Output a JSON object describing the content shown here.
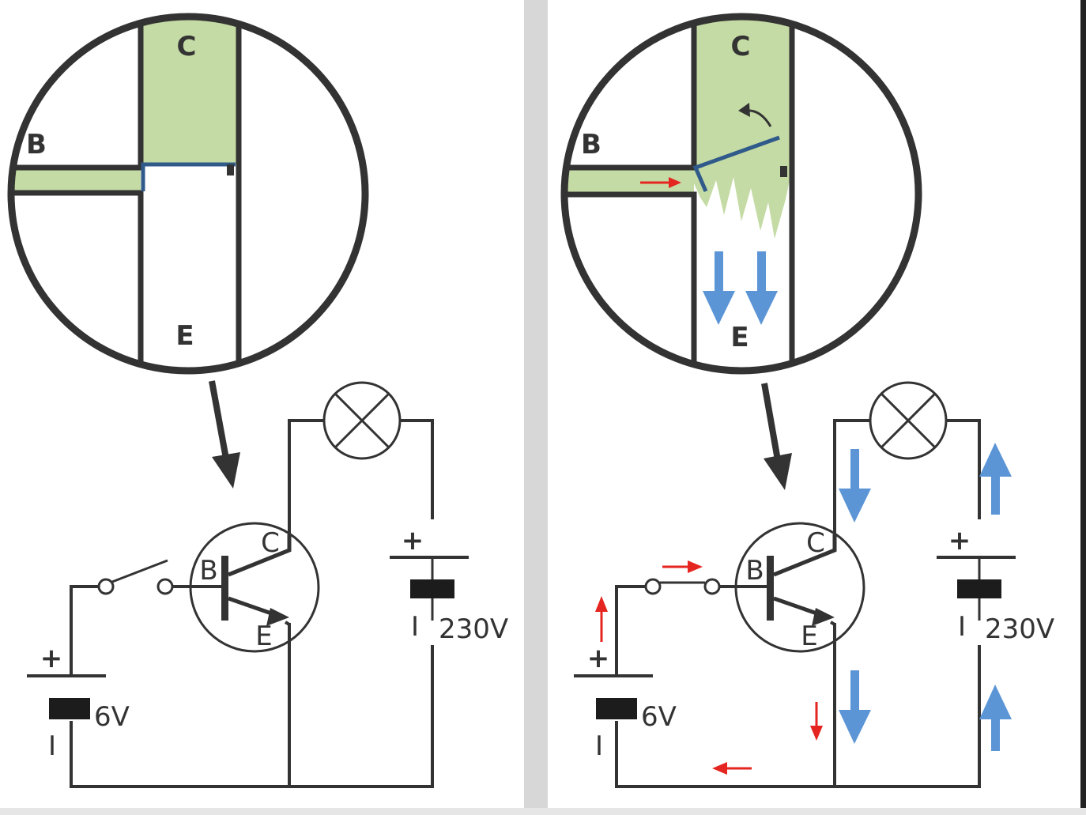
{
  "colors": {
    "wire": "#333333",
    "base_fill": "#c5dba5",
    "gate_line": "#2f5a8a",
    "current_red": "#e52520",
    "current_blue": "#5b95d6",
    "divider": "#d7d7d7"
  },
  "panels": {
    "left": {
      "zoom": {
        "collector_label": "C",
        "base_label": "B",
        "emitter_label": "E"
      },
      "transistor": {
        "collector_label": "C",
        "base_label": "B",
        "emitter_label": "E"
      },
      "battery_small": {
        "plus": "+",
        "minus": "I",
        "voltage": "6V"
      },
      "battery_large": {
        "plus": "+",
        "minus": "I",
        "voltage": "230V"
      },
      "switch_state": "open"
    },
    "right": {
      "zoom": {
        "collector_label": "C",
        "base_label": "B",
        "emitter_label": "E"
      },
      "transistor": {
        "collector_label": "C",
        "base_label": "B",
        "emitter_label": "E"
      },
      "battery_small": {
        "plus": "+",
        "minus": "I",
        "voltage": "6V"
      },
      "battery_large": {
        "plus": "+",
        "minus": "I",
        "voltage": "230V"
      },
      "switch_state": "closed"
    }
  },
  "icons": [
    "lamp-icon",
    "battery-icon",
    "switch-icon",
    "transistor-icon",
    "arrow-icon"
  ]
}
